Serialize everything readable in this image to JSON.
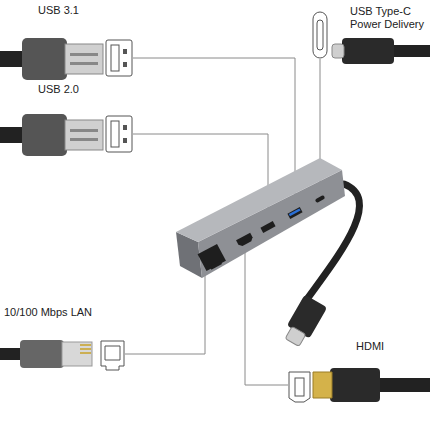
{
  "diagram": {
    "labels": [
      "USB 3.1",
      "USB 2.0",
      "USB Type-C Power Delivery",
      "10/100 Mbps LAN",
      "HDMI"
    ]
  }
}
